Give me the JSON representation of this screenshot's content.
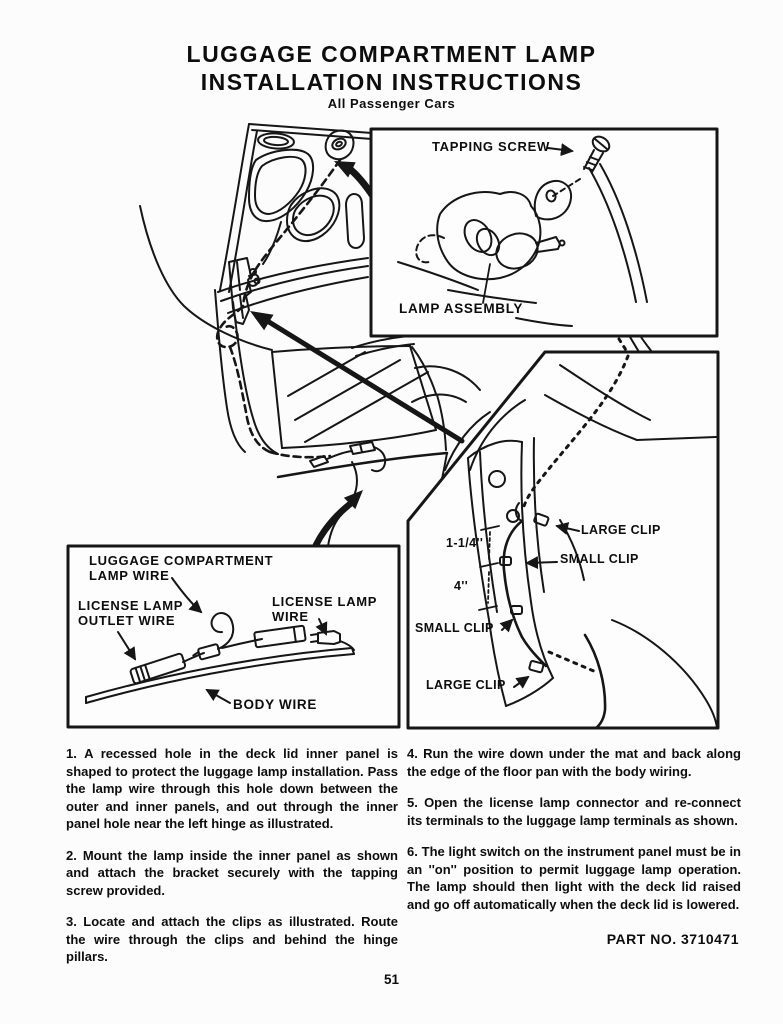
{
  "header": {
    "title_line1": "LUGGAGE COMPARTMENT LAMP",
    "title_line2": "INSTALLATION INSTRUCTIONS",
    "subtitle": "All Passenger Cars"
  },
  "figure_labels": {
    "tapping_screw": "TAPPING SCREW",
    "lamp_assembly": "LAMP ASSEMBLY",
    "luggage_compartment_lamp_wire": "LUGGAGE COMPARTMENT\nLAMP WIRE",
    "license_lamp_outlet_wire": "LICENSE LAMP\nOUTLET WIRE",
    "license_lamp_wire": "LICENSE LAMP\nWIRE",
    "body_wire": "BODY WIRE",
    "large_clip_top": "LARGE CLIP",
    "small_clip_top": "SMALL CLIP",
    "small_clip_left": "SMALL CLIP",
    "large_clip_bottom": "LARGE CLIP",
    "dim_upper": "1-1/4''",
    "dim_lower": "4''"
  },
  "instructions": {
    "steps": [
      "1. A recessed hole in the deck lid inner panel is shaped to protect the luggage lamp installation. Pass the lamp wire through this hole down between the outer and inner panels, and out through the inner panel hole near the left hinge as illustrated.",
      "2. Mount the lamp inside the inner panel as shown and attach the bracket securely with the tapping screw provided.",
      "3. Locate and attach the clips as illustrated. Route the wire through the clips and behind the hinge pillars.",
      "4. Run the wire down under the mat and back along the edge of the floor pan with the body wiring.",
      "5. Open the license lamp connector and re-connect its terminals to the luggage lamp terminals as shown.",
      "6. The light switch on the instrument panel must be in an ''on'' position to permit luggage lamp operation. The lamp should then light with the deck lid raised and go off automatically when the deck lid is lowered."
    ]
  },
  "footer": {
    "part_number": "PART NO. 3710471",
    "page_number": "51"
  }
}
